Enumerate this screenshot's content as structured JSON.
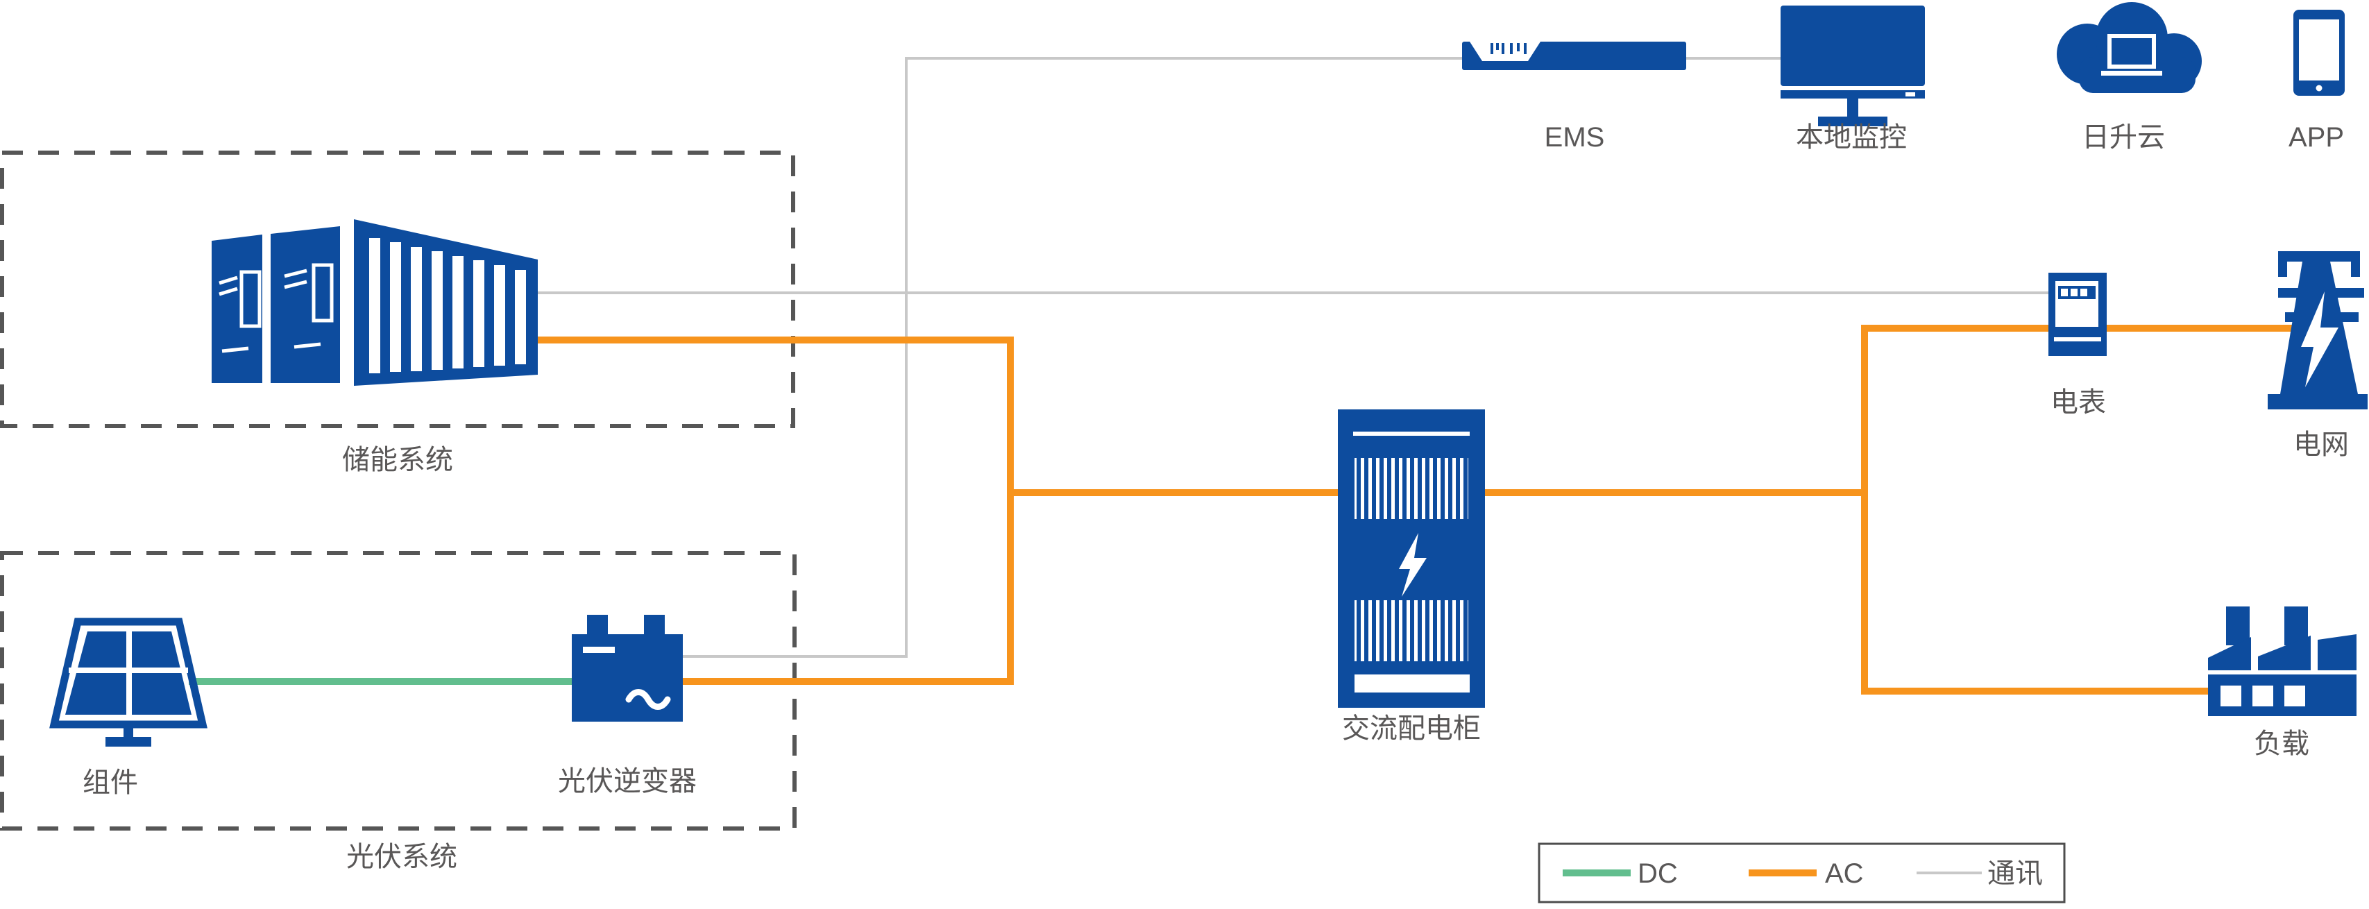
{
  "diagram": {
    "colors": {
      "blue": "#0d4c9e",
      "ac": "#f7941d",
      "dc": "#62be8e",
      "comm": "#c8c8c8",
      "dash": "#565656",
      "label": "#595757",
      "legend_border": "#4d4d4d"
    },
    "groups": {
      "storage": {
        "label": "储能系统"
      },
      "pv": {
        "label": "光伏系统"
      }
    },
    "nodes": {
      "ems": {
        "label": "EMS"
      },
      "local_monitor": {
        "label": "本地监控"
      },
      "cloud": {
        "label": "日升云"
      },
      "app": {
        "label": "APP"
      },
      "module": {
        "label": "组件"
      },
      "inverter": {
        "label": "光伏逆变器"
      },
      "ac_cabinet": {
        "label": "交流配电柜"
      },
      "meter": {
        "label": "电表"
      },
      "grid": {
        "label": "电网"
      },
      "load": {
        "label": "负载"
      }
    },
    "legend": {
      "items": [
        {
          "label": "DC",
          "color": "#62be8e"
        },
        {
          "label": "AC",
          "color": "#f7941d"
        },
        {
          "label": "通讯",
          "color": "#c8c8c8"
        }
      ]
    }
  }
}
